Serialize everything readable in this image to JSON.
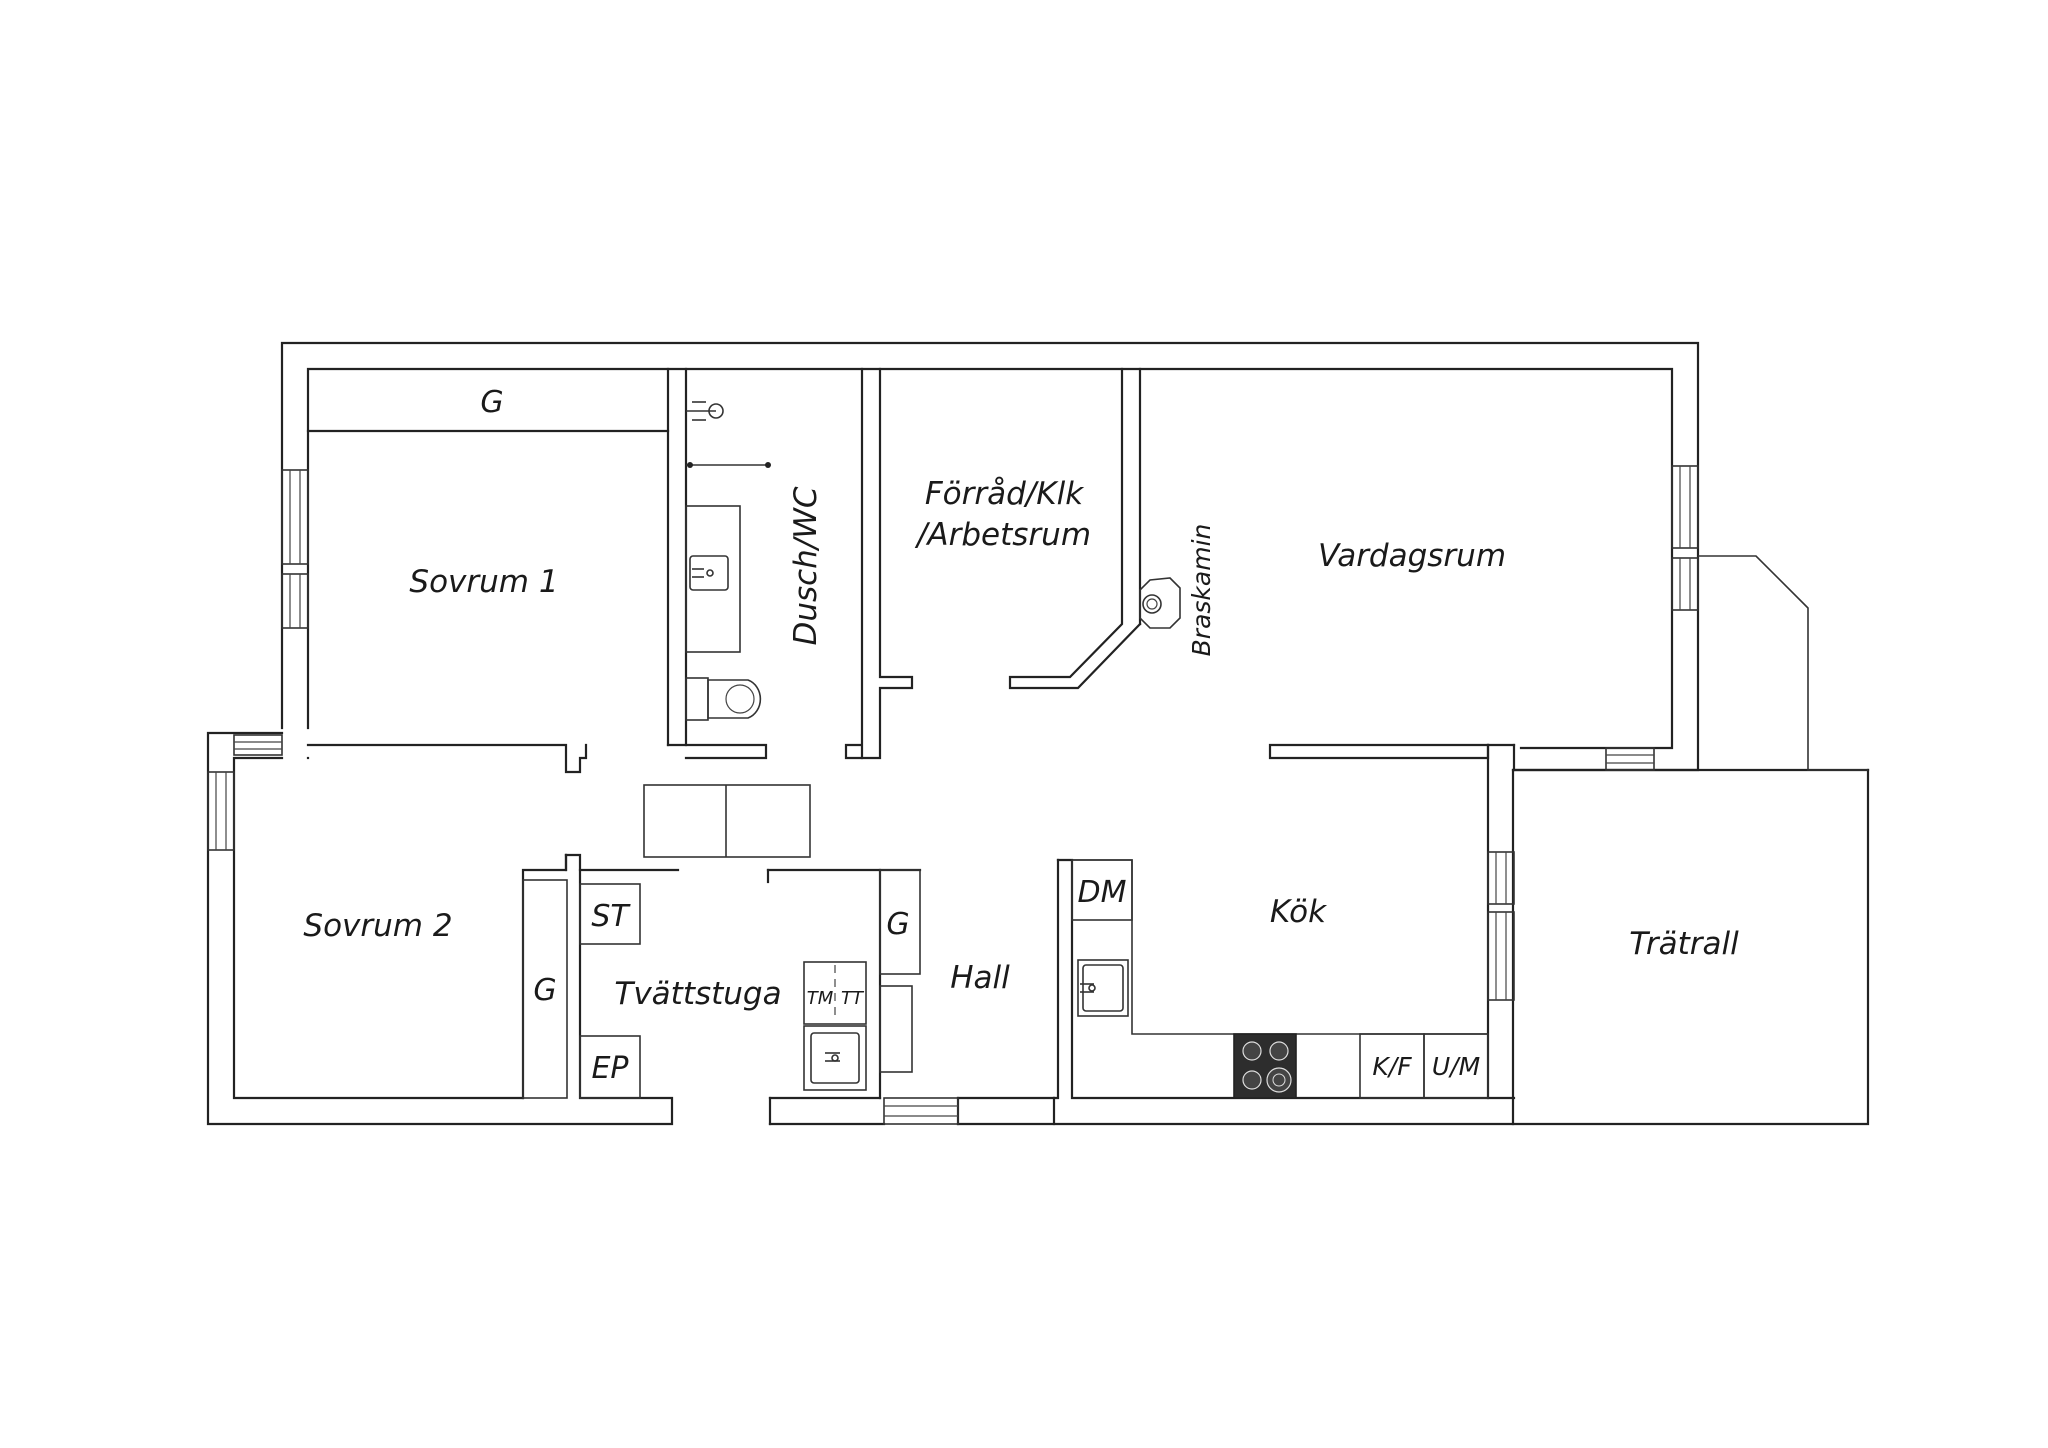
{
  "plan": {
    "rooms": {
      "sovrum1": "Sovrum 1",
      "sovrum2": "Sovrum 2",
      "dusch_wc": "Dusch/WC",
      "forrad_line1": "Förråd/Klk",
      "forrad_line2": "/Arbetsrum",
      "vardagsrum": "Vardagsrum",
      "kok": "Kök",
      "hall": "Hall",
      "tvattstuga": "Tvättstuga",
      "tratrall": "Trätrall"
    },
    "fixtures": {
      "wardrobe_sovrum1": "G",
      "wardrobe_sovrum2": "G",
      "wardrobe_hall": "G",
      "st": "ST",
      "ep": "EP",
      "tm": "TM",
      "tt": "TT",
      "dm": "DM",
      "kf": "K/F",
      "um": "U/M",
      "braskamin": "Braskamin"
    }
  }
}
